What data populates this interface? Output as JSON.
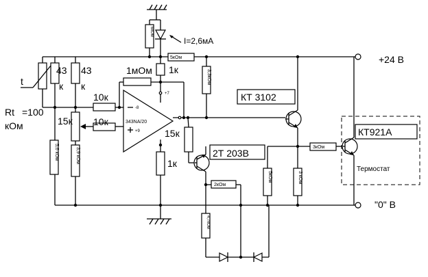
{
  "labels": {
    "current": "I=2,6мА",
    "supply": "+24 В",
    "ground": "\"0\" В",
    "rt_name": "Rt",
    "rt_value_1": "=100",
    "rt_value_2": "кОм",
    "t_symbol": "t",
    "r43_a": "43",
    "r43_a_unit": "к",
    "r43_b": "43",
    "r43_b_unit": "к",
    "r1m": "1мОм",
    "r1k_top": "1к",
    "r10k_a": "10к",
    "r10k_b": "10к",
    "r15k_pot": "15к",
    "r15k_b": "15к",
    "r1k_bot": "1к",
    "r5k_top": "5кОм",
    "r_diode_body": "6кОм",
    "r3k_v": "3,3кОм",
    "r5_6k": "5,6 кОм",
    "r3_9k": "3,9 кОм",
    "r2k": "2кОм",
    "r3k_h": "3кОм",
    "r5k_v": "5кОм",
    "r3k_right": "3 кОм",
    "r4_7k": "4,7кОм",
    "opamp": "343NA/20",
    "pin7": "+7",
    "pin8": "-8",
    "pin9": "+9",
    "kt3102": "КТ 3102",
    "t2t203": "2Т 203В",
    "kt921": "КТ921А",
    "thermostat": "Термостат"
  },
  "colors": {
    "line": "#000000",
    "background": "#ffffff"
  }
}
